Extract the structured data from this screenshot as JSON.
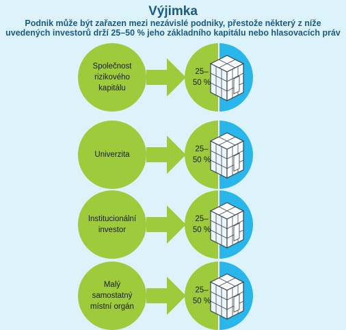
{
  "title": "Výjimka",
  "subtitle": "Podnik může být zařazen mezi nezávislé podniky, přestože některý z níže uvedených investorů drží 25–50 % jeho základního kapitálu nebo hlasovacích práv",
  "rows": [
    {
      "entity": "Společnost\nrizikového\nkapitálu",
      "share": "25–\n50 %"
    },
    {
      "entity": "Univerzita",
      "share": "25–\n50 %"
    },
    {
      "entity": "Institucionální\ninvestor",
      "share": "25–\n50 %"
    },
    {
      "entity": "Malý\nsamostatný\nmístní orgán",
      "share": "25–\n50 %"
    }
  ],
  "colors": {
    "background": "#dcf3fb",
    "green": "#9dcb3b",
    "blue": "#29b6eb",
    "title": "#1a5a86"
  }
}
